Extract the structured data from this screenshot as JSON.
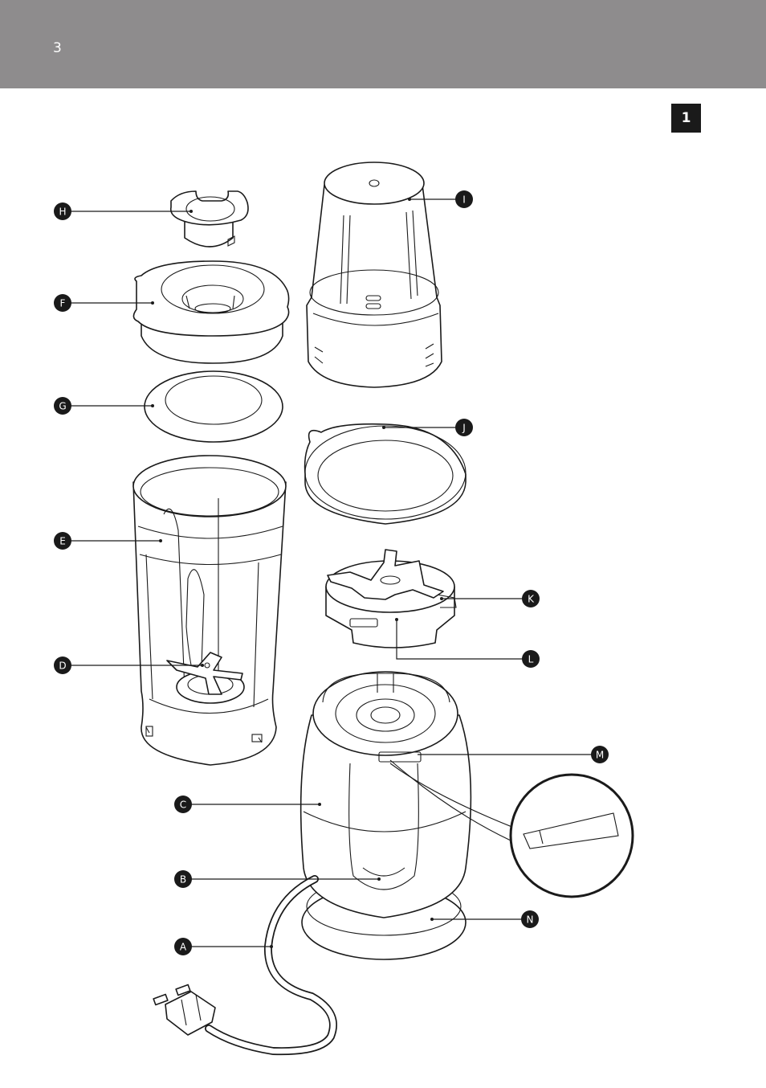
{
  "page": {
    "number": "3",
    "figure_number": "1"
  },
  "colors": {
    "header": "#8e8c8d",
    "badge": "#1a1a1a",
    "line": "#1a1a1a"
  },
  "callouts": {
    "A": "A",
    "B": "B",
    "C": "C",
    "D": "D",
    "E": "E",
    "F": "F",
    "G": "G",
    "H": "H",
    "I": "I",
    "J": "J",
    "K": "K",
    "L": "L",
    "M": "M",
    "N": "N"
  }
}
